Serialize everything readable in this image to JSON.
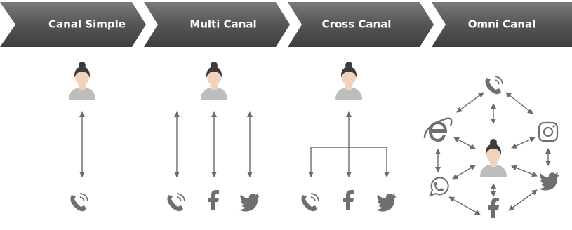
{
  "banner": {
    "stages": [
      {
        "label": "Canal Simple"
      },
      {
        "label": "Multi Canal"
      },
      {
        "label": "Cross Canal"
      },
      {
        "label": "Omni Canal"
      }
    ],
    "color_dark": "#3f3f3f",
    "color_mid": "#6e6e6e"
  },
  "panels": {
    "simple": {
      "person": "person-icon",
      "channels": [
        "phone-icon"
      ]
    },
    "multi": {
      "person": "person-icon",
      "channels": [
        "phone-icon",
        "facebook-icon",
        "twitter-icon"
      ]
    },
    "cross": {
      "person": "person-icon",
      "channels": [
        "phone-icon",
        "facebook-icon",
        "twitter-icon"
      ]
    },
    "omni": {
      "person": "person-icon",
      "channels": [
        "phone-icon",
        "instagram-icon",
        "twitter-icon",
        "facebook-icon",
        "whatsapp-icon",
        "internet-explorer-icon"
      ]
    }
  },
  "colors": {
    "icon": "#6f6f6f",
    "arrow": "#6b6b6b",
    "hair": "#3c3c3c",
    "skin": "#f0d2bd",
    "body": "#bdbdbd"
  }
}
